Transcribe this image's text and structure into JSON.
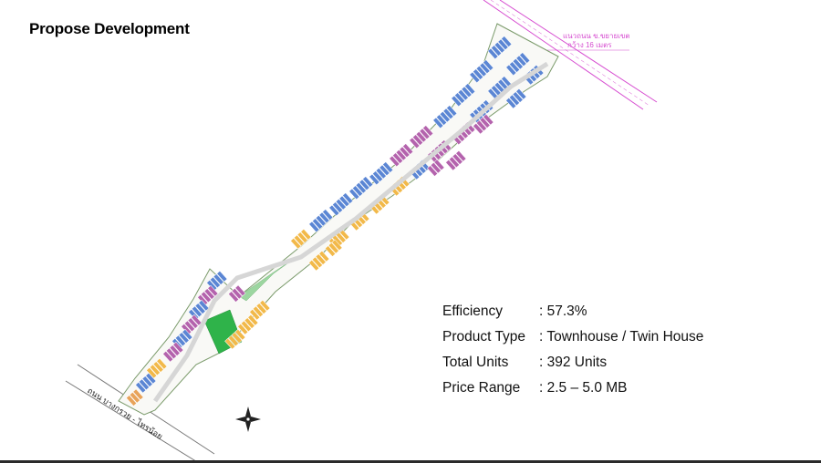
{
  "title": "Propose Development",
  "plan": {
    "road_label_top_line1": "แนวถนน ข.ขยายเขต",
    "road_label_top_line2": "กว้าง 16 เมตร",
    "road_label_bottom": "ถนน บางกรวย - ไทรน้อย",
    "colors": {
      "townhouse_blue": "#5b86d4",
      "twin_house_purple": "#b463ad",
      "detached_yellow": "#f2b94a",
      "green_area": "#2fb34a",
      "road_fill": "#ffffff",
      "outline": "#8a8a8a",
      "label_magenta": "#d64bd0"
    }
  },
  "info": {
    "rows": [
      {
        "label": "Efficiency",
        "value": ": 57.3%"
      },
      {
        "label": "Product Type",
        "value": ": Townhouse / Twin House"
      },
      {
        "label": "Total Units",
        "value": ": 392 Units"
      },
      {
        "label": "Price Range",
        "value": ": 2.5 – 5.0 MB"
      }
    ]
  }
}
